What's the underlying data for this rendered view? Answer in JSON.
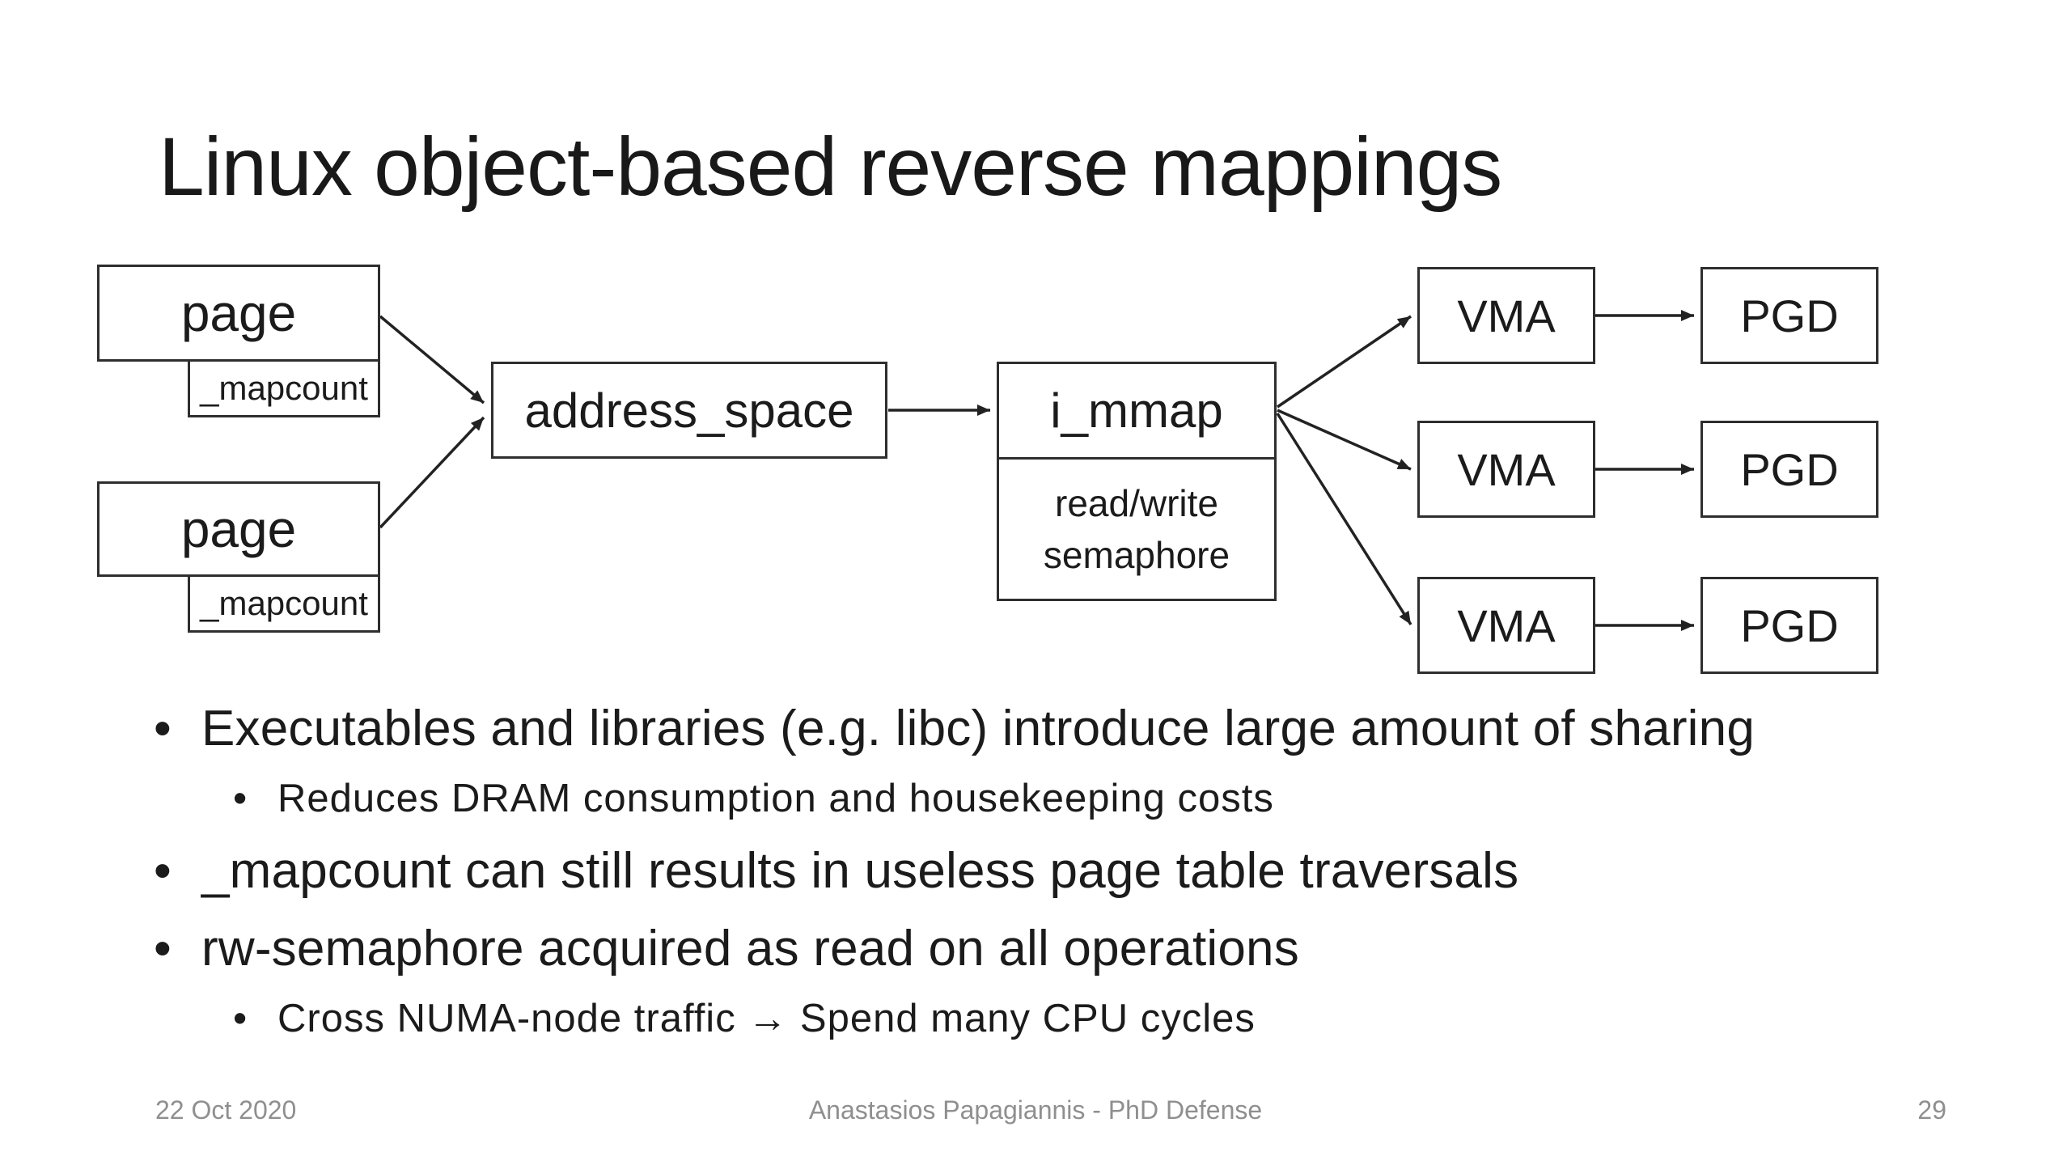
{
  "slide": {
    "title": "Linux object-based reverse mappings",
    "bullet_char": "•",
    "diagram": {
      "pages": [
        {
          "label": "page",
          "field": "_mapcount"
        },
        {
          "label": "page",
          "field": "_mapcount"
        }
      ],
      "address_space_label": "address_space",
      "i_mmap_label": "i_mmap",
      "i_mmap_field": "read/write semaphore",
      "vma_rows": [
        {
          "vma": "VMA",
          "pgd": "PGD"
        },
        {
          "vma": "VMA",
          "pgd": "PGD"
        },
        {
          "vma": "VMA",
          "pgd": "PGD"
        }
      ]
    },
    "bullets": [
      {
        "level": 1,
        "text": "Executables and libraries (e.g. libc) introduce large amount of sharing"
      },
      {
        "level": 2,
        "text": "Reduces DRAM consumption and housekeeping costs"
      },
      {
        "level": 1,
        "text": "_mapcount can still results in useless page table traversals"
      },
      {
        "level": 1,
        "text": "rw-semaphore acquired as read on all operations"
      },
      {
        "level": 2,
        "text": "Cross NUMA-node traffic → Spend many CPU cycles"
      }
    ],
    "footer": {
      "date": "22 Oct 2020",
      "center_text": "Anastasios Papagiannis - PhD Defense",
      "slide_number": "29"
    },
    "colors": {
      "background": "#ffffff",
      "text": "#1b1b1b",
      "box_border": "#2e2e2e",
      "footer_text": "#8f8f8f"
    }
  }
}
